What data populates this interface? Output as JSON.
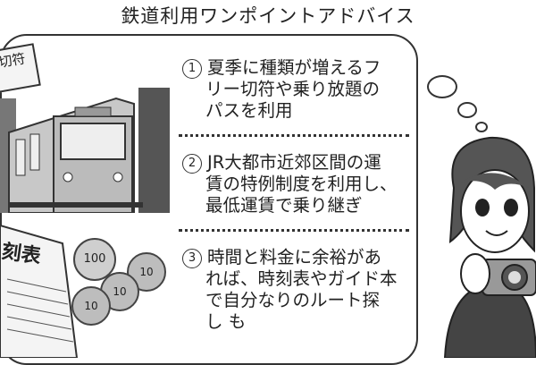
{
  "header": {
    "title": "鉄道利用ワンポイントアドバイス"
  },
  "tips": [
    {
      "number": "1",
      "lines": [
        "夏季に種類が増えるフ",
        "リー切符や乗り放題の",
        "パスを利用"
      ]
    },
    {
      "number": "2",
      "lines": [
        "JR大都市近郊区間の運",
        "賃の特例制度を利用し、",
        "最低運賃で乗り継ぎ"
      ]
    },
    {
      "number": "3",
      "lines": [
        "時間と料金に余裕があ",
        "れば、時刻表やガイド本",
        "で自分なりのルート探",
        "し も"
      ]
    }
  ],
  "illustration": {
    "ticket_text": "切符",
    "timetable_text": "刻表",
    "coins": [
      "100",
      "10",
      "10",
      "10"
    ]
  }
}
